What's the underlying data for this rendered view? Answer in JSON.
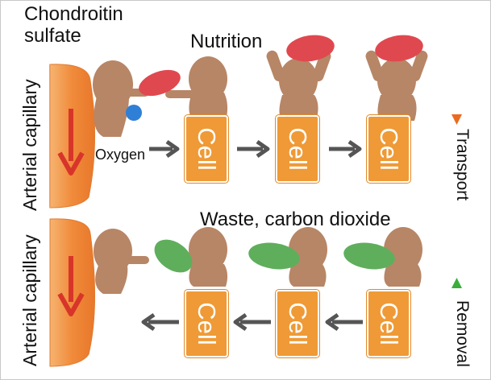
{
  "labels": {
    "chondroitin_line1": "Chondroitin",
    "chondroitin_line2": "sulfate",
    "nutrition": "Nutrition",
    "oxygen": "Oxygen",
    "waste": "Waste, carbon dioxide",
    "arterial_top": "Arterial capillary",
    "arterial_bottom": "Arterial capillary",
    "transport": "Transport",
    "removal": "Removal",
    "cell": "Cell"
  },
  "colors": {
    "cell_fill": "#ef9a36",
    "capillary": "#f08a3a",
    "capillary_arrow": "#d8352a",
    "character": "#b78666",
    "nutrition": "#e0484f",
    "oxygen": "#2f7fd6",
    "waste": "#5fae5c",
    "flow_arrow": "#555555",
    "transport_marker": "#ec6a1f",
    "removal_marker": "#3aae3a"
  },
  "icons": {
    "transport_marker": "orange-triangle-icon",
    "removal_marker": "green-triangle-icon"
  }
}
